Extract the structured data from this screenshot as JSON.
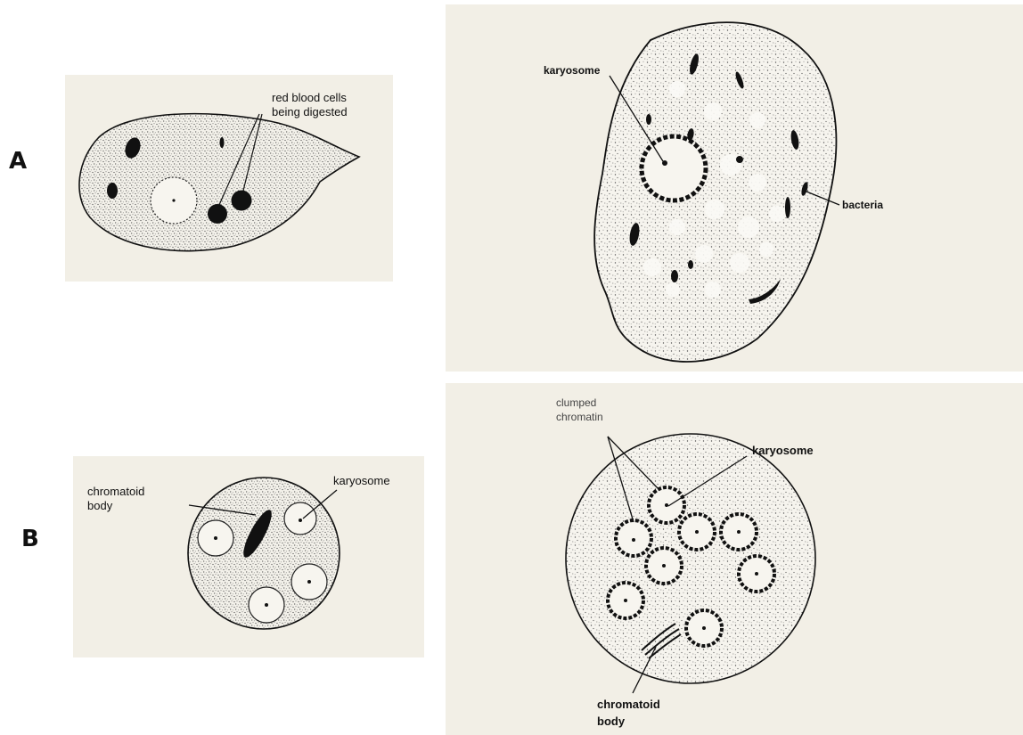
{
  "rows": {
    "a": "A",
    "b": "B"
  },
  "panels": {
    "a_left": {
      "label_line1": "red blood cells",
      "label_line2": "being digested"
    },
    "a_right": {
      "karyosome": "karyosome",
      "bacteria": "bacteria"
    },
    "b_left": {
      "chromatoid_line1": "chromatoid",
      "chromatoid_line2": "body",
      "karyosome": "karyosome"
    },
    "b_right": {
      "clumped_line1": "clumped",
      "clumped_line2": "chromatin",
      "karyosome": "karyosome",
      "chromatoid_line1": "chromatoid",
      "chromatoid_line2": "body"
    }
  },
  "colors": {
    "panel_bg": "#f2efe6",
    "cell_fill": "#f6f4ee",
    "ink": "#111111"
  }
}
